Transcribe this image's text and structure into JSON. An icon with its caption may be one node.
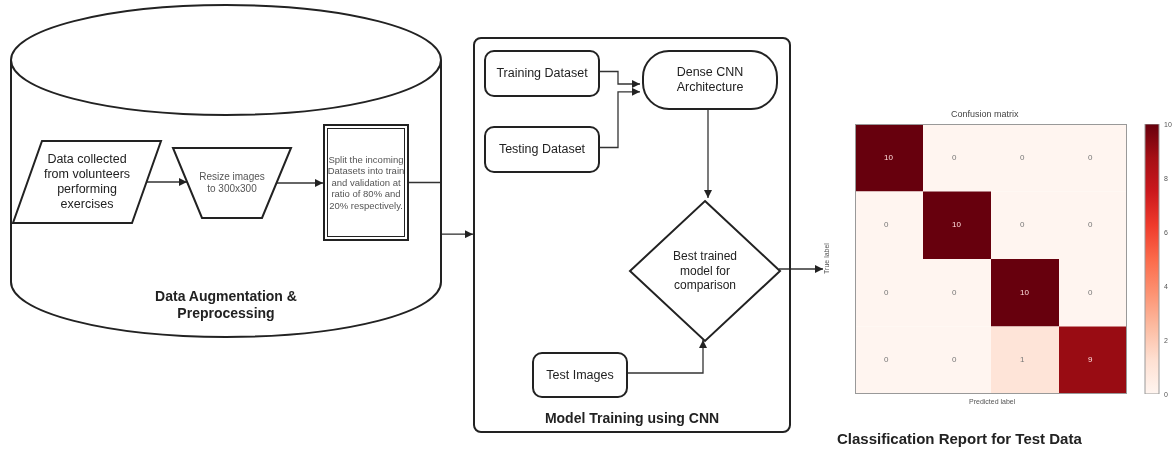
{
  "diagram": {
    "nodes": [
      {
        "text": [
          "Data Augmentation & Preprocessing"
        ]
      },
      {
        "text": [
          "Data collected from volunteers performing exercises"
        ],
        "in": 0
      },
      {
        "text": [
          "Resize images to 300x300"
        ],
        "in": 0
      },
      {
        "text": [
          "Split the incoming Datasets into train and validation at ratio of 80% and 20% respectively."
        ],
        "in": 0
      },
      {
        "text": [
          "Model Training using CNN"
        ]
      },
      {
        "text": [
          "Training Dataset"
        ],
        "in": 4
      },
      {
        "text": [
          "Testing Dataset"
        ],
        "in": 4
      },
      {
        "text": [
          "Dense CNN Architecture"
        ],
        "in": 4
      },
      {
        "text": [
          "Best trained model for comparison"
        ],
        "in": 4
      },
      {
        "text": [
          "Test Images"
        ],
        "in": 4
      },
      {
        "text": [
          "Confusion matrix",
          "Predicted label",
          "True label"
        ],
        "beside": [
          "Classification Report for Test Data"
        ]
      }
    ],
    "edges": [
      {
        "from": 1,
        "to": 2,
        "arrow": "to"
      },
      {
        "from": 2,
        "to": 3,
        "arrow": "to"
      },
      {
        "from": 3,
        "to": 0,
        "arrow": "none"
      },
      {
        "from": 0,
        "to": 4,
        "arrow": "to"
      },
      {
        "from": 5,
        "to": 7,
        "arrow": "to"
      },
      {
        "from": 6,
        "to": 7,
        "arrow": "to"
      },
      {
        "from": 7,
        "to": 8,
        "arrow": "to"
      },
      {
        "from": 9,
        "to": 8,
        "arrow": "to"
      },
      {
        "from": 8,
        "to": 10,
        "arrow": "to"
      }
    ],
    "labels": [
      "10",
      "0",
      "0",
      "0",
      "0",
      "10",
      "0",
      "0",
      "0",
      "0",
      "10",
      "0",
      "0",
      "0",
      "1",
      "9",
      "10",
      "8",
      "6",
      "4",
      "2",
      "0"
    ]
  }
}
